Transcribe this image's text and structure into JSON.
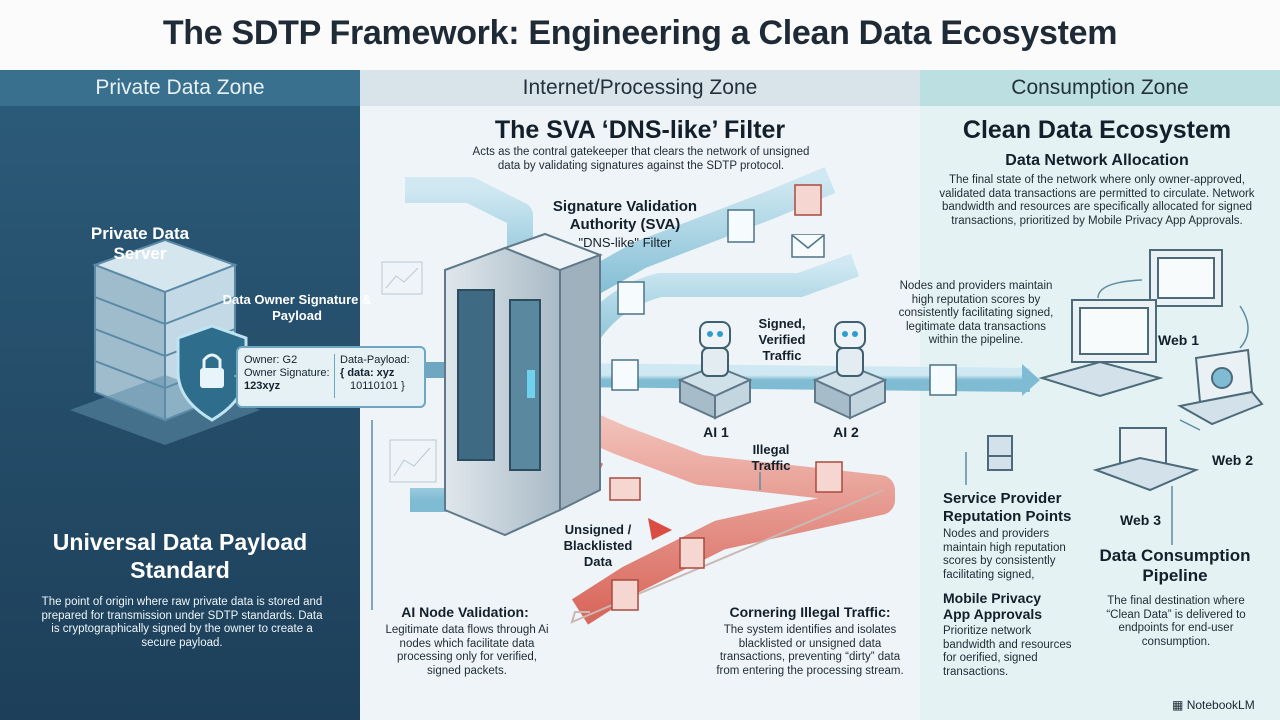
{
  "title": "The SDTP Framework: Engineering a Clean Data Ecosystem",
  "zones": {
    "private": "Private Data Zone",
    "processing": "Internet/Processing Zone",
    "consumption": "Consumption Zone"
  },
  "private": {
    "server_label": "Private Data Server",
    "signature_label": "Data Owner Signature & Payload",
    "owner_label": "Owner: G2",
    "owner_sig_label": "Owner Signature:",
    "owner_sig_value": "123xyz",
    "payload_label": "Data-Payload:",
    "payload_line1": "{ data: xyz",
    "payload_line2": "10110101 }",
    "standard_title": "Universal Data Payload Standard",
    "standard_desc": "The point of origin where raw private data is stored and prepared for transmission under SDTP standards. Data is cryptographically signed by the owner to create a secure payload."
  },
  "processing": {
    "filter_title": "The SVA ‘DNS-like’ Filter",
    "filter_desc": "Acts as the contral gatekeeper that clears the network of unsigned data by validating signatures against the SDTP protocol.",
    "sva_title": "Signature Validation Authority (SVA)",
    "sva_subtitle": "\"DNS-like\" Filter",
    "signed_label": "Signed, Verified Traffic",
    "ai1": "AI 1",
    "ai2": "AI 2",
    "illegal_label": "Illegal Traffic",
    "unsigned_label": "Unsigned / Blacklisted Data",
    "ai_node_title": "AI Node Validation:",
    "ai_node_desc": "Legitimate data flows through Ai nodes which facilitate data processing only for verified, signed packets.",
    "cornering_title": "Cornering Illegal Traffic:",
    "cornering_desc": "The system identifies and isolates blacklisted or unsigned data transactions, preventing “dirty” data from entering the processing stream."
  },
  "consumption": {
    "eco_title": "Clean Data Ecosystem",
    "alloc_title": "Data Network Allocation",
    "alloc_desc": "The final state of the network where only owner-approved, validated data transactions are permitted to circulate. Network bandwidth and resources are specifically allocated for signed transactions, prioritized by Mobile Privacy App Approvals.",
    "nodes_desc": "Nodes and providers maintain high reputation scores by consistently facilitating signed, legitimate data transactions within the pipeline.",
    "web1": "Web 1",
    "web2": "Web 2",
    "web3": "Web 3",
    "rep_title": "Service Provider Reputation Points",
    "rep_desc": "Nodes and providers maintain high reputation scores by consistently facilitating signed,",
    "mobile_title": "Mobile Privacy App Approvals",
    "mobile_desc": "Prioritize network bandwidth and resources for oerified, signed transactions.",
    "pipeline_title": "Data Consumption Pipeline",
    "pipeline_desc": "The final destination where “Clean Data” is delivered to endpoints for end-user consumption."
  },
  "brand": "NotebookLM",
  "colors": {
    "private_zone": "#2b5a78",
    "clean_flow": "#8cc7dc",
    "illegal_flow": "#d9534f",
    "consumption_zone": "#e4f2f3"
  }
}
